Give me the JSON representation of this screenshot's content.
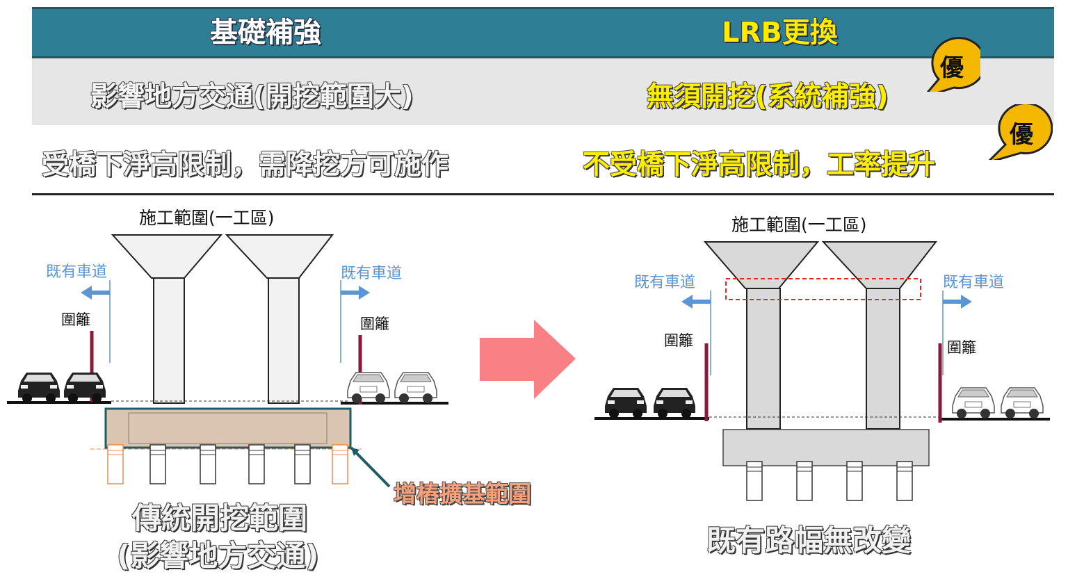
{
  "header": {
    "left_title": "基礎補強",
    "right_title": "LRB更換"
  },
  "comparison": {
    "row1_left": "影響地方交通(開挖範圍大)",
    "row1_right": "無須開挖(系統補強)",
    "row2_left": "受橋下淨高限制，需降挖方可施作",
    "row2_right": "不受橋下淨高限制，工率提升",
    "badge": "優"
  },
  "left_diagram": {
    "zone_label": "施工範圍(一工區)",
    "lane_left": "既有車道",
    "lane_right": "既有車道",
    "fence_left": "圍籬",
    "fence_right": "圍籬",
    "pile_note": "增樁擴基範圍",
    "caption_line1": "傳統開挖範圍",
    "caption_line2": "(影響地方交通)"
  },
  "right_diagram": {
    "zone_label": "施工範圍(一工區)",
    "lane_left": "既有車道",
    "lane_right": "既有車道",
    "fence_left": "圍籬",
    "fence_right": "圍籬",
    "caption": "既有路幅無改變"
  },
  "colors": {
    "header_bg": "#2e7f96",
    "highlight_yellow": "#ffee00",
    "badge_fill": "#f5b800",
    "arrow_pink": "#f98085",
    "lane_blue": "#5b95d4",
    "fence_red": "#8b1a3a",
    "footing_tan": "#d9c5b2",
    "footing_border": "#1f5b66"
  }
}
